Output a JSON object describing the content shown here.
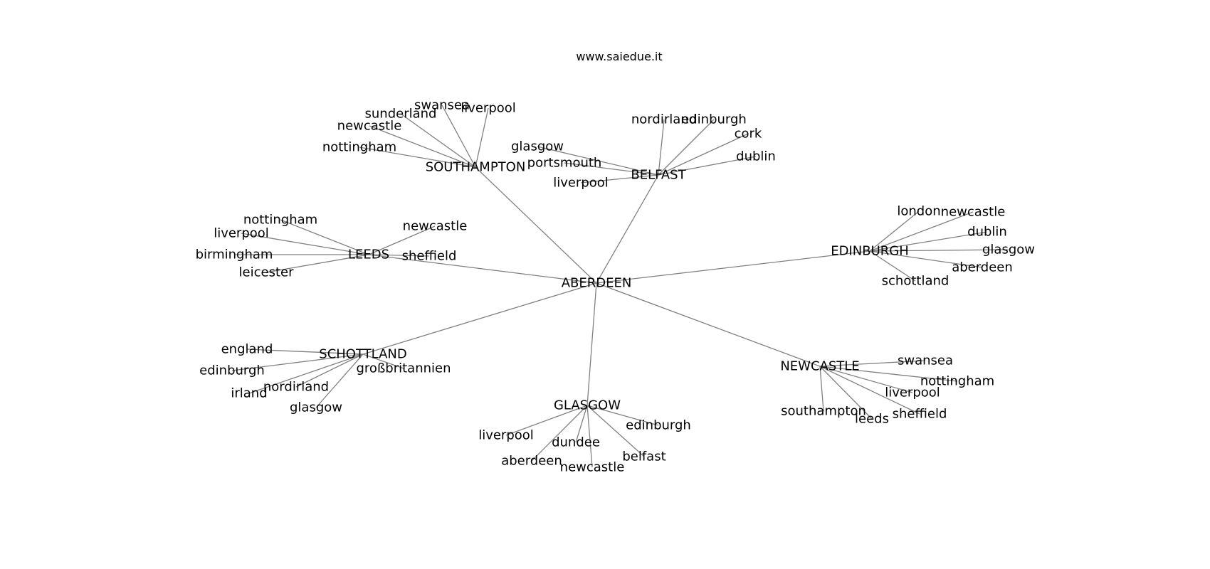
{
  "title": "www.saiedue.it",
  "root": "ABERDEEN",
  "hubs": [
    {
      "label": "SOUTHAMPTON",
      "children": [
        "swansea",
        "liverpool",
        "sunderland",
        "newcastle",
        "nottingham"
      ]
    },
    {
      "label": "BELFAST",
      "children": [
        "nordirland",
        "edinburgh",
        "cork",
        "dublin",
        "glasgow",
        "portsmouth",
        "liverpool"
      ]
    },
    {
      "label": "LEEDS",
      "children": [
        "nottingham",
        "liverpool",
        "newcastle",
        "birmingham",
        "sheffield",
        "leicester"
      ]
    },
    {
      "label": "EDINBURGH",
      "children": [
        "london",
        "newcastle",
        "dublin",
        "glasgow",
        "aberdeen",
        "schottland"
      ]
    },
    {
      "label": "SCHOTTLAND",
      "children": [
        "england",
        "edinburgh",
        "großbritannien",
        "nordirland",
        "irland",
        "glasgow"
      ]
    },
    {
      "label": "GLASGOW",
      "children": [
        "edinburgh",
        "liverpool",
        "dundee",
        "belfast",
        "aberdeen",
        "newcastle"
      ]
    },
    {
      "label": "NEWCASTLE",
      "children": [
        "swansea",
        "nottingham",
        "liverpool",
        "southampton",
        "sheffield",
        "leeds"
      ]
    }
  ],
  "edge_color": "#808080"
}
